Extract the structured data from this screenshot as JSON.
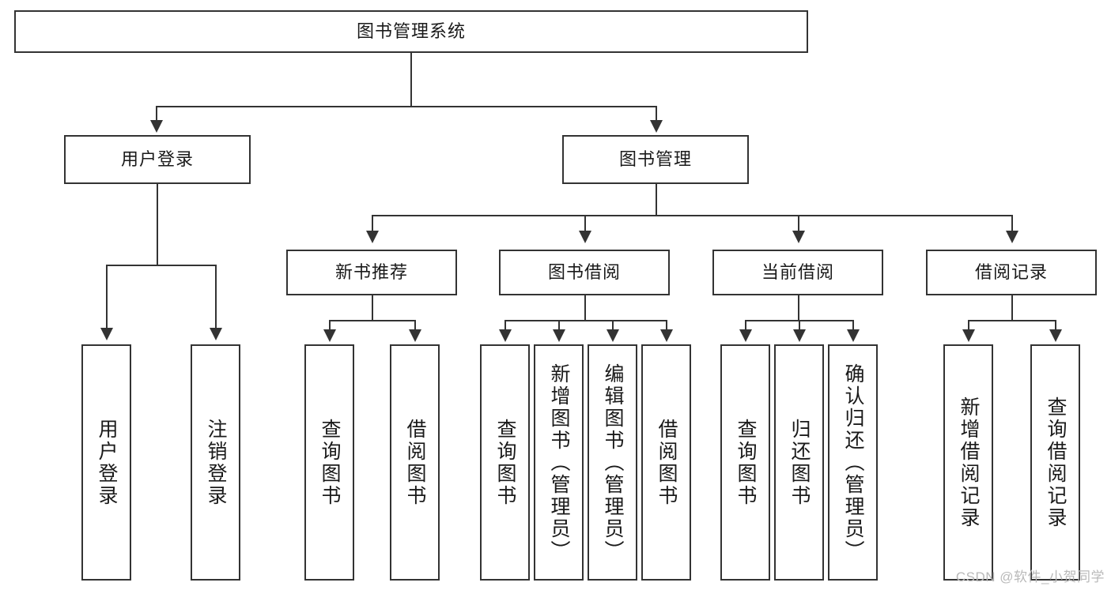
{
  "diagram": {
    "type": "tree-hierarchy",
    "title": "图书管理系统",
    "root": {
      "id": "root",
      "label": "图书管理系统"
    },
    "level2": [
      {
        "id": "user-login",
        "label": "用户登录"
      },
      {
        "id": "book-manage",
        "label": "图书管理"
      }
    ],
    "level3": [
      {
        "id": "new-book-rec",
        "label": "新书推荐",
        "parent": "book-manage"
      },
      {
        "id": "book-borrow",
        "label": "图书借阅",
        "parent": "book-manage"
      },
      {
        "id": "current-borrow",
        "label": "当前借阅",
        "parent": "book-manage"
      },
      {
        "id": "borrow-record",
        "label": "借阅记录",
        "parent": "book-manage"
      }
    ],
    "leaves": {
      "user-login": [
        {
          "id": "leaf-user-login",
          "label": "用户登录"
        },
        {
          "id": "leaf-logout",
          "label": "注销登录"
        }
      ],
      "new-book-rec": [
        {
          "id": "leaf-query-book-1",
          "label": "查询图书"
        },
        {
          "id": "leaf-borrow-book-1",
          "label": "借阅图书"
        }
      ],
      "book-borrow": [
        {
          "id": "leaf-query-book-2",
          "label": "查询图书"
        },
        {
          "id": "leaf-add-book",
          "label": "新增图书（管理员）"
        },
        {
          "id": "leaf-edit-book",
          "label": "编辑图书（管理员）"
        },
        {
          "id": "leaf-borrow-book-2",
          "label": "借阅图书"
        }
      ],
      "current-borrow": [
        {
          "id": "leaf-query-book-3",
          "label": "查询图书"
        },
        {
          "id": "leaf-return-book",
          "label": "归还图书"
        },
        {
          "id": "leaf-confirm-return",
          "label": "确认归还（管理员）"
        }
      ],
      "borrow-record": [
        {
          "id": "leaf-add-record",
          "label": "新增借阅记录"
        },
        {
          "id": "leaf-query-record",
          "label": "查询借阅记录"
        }
      ]
    },
    "colors": {
      "stroke": "#333333",
      "fill": "#ffffff",
      "text": "#1a1a1a",
      "watermark": "#b9b9b9"
    }
  },
  "watermark": {
    "text": "CSDN @软件_小贺同学"
  }
}
